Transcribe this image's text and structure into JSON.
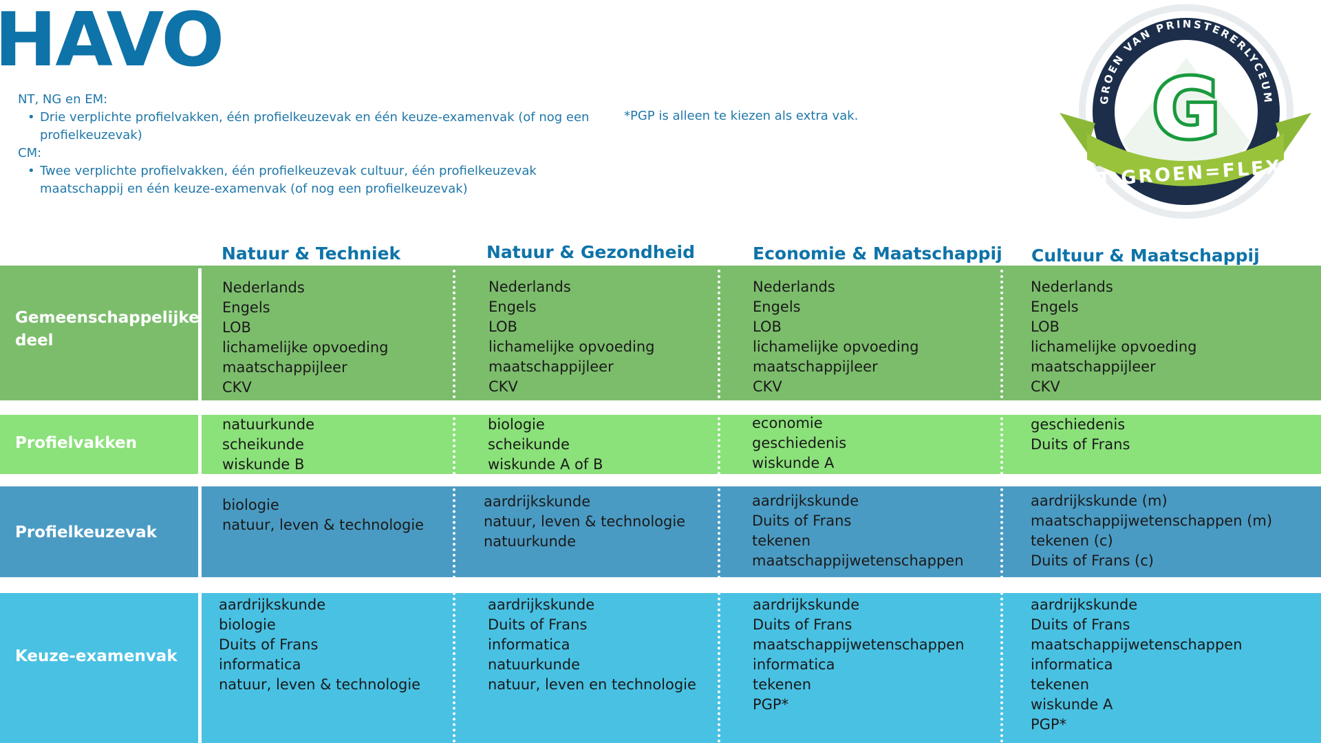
{
  "title": "HAVO",
  "intro": {
    "group1_label": "NT, NG en EM:",
    "group1_item": "Drie verplichte profielvakken, één profielkeuzevak en één keuze-examenvak (of nog een profielkeuzevak)",
    "group2_label": "CM:",
    "group2_item": "Twee verplichte profielvakken, één profielkeuzevak cultuur, één profielkeuzevak maatschappij en één keuze-examenvak (of nog   een profielkeuzevak)",
    "note": "*PGP is alleen te kiezen als extra vak."
  },
  "logo": {
    "ring_text": "GROEN VAN PRINSTERERLYCEUM",
    "banner_text": "'T GROEN=FLEX",
    "letter": "G"
  },
  "columns": [
    "Natuur & Techniek",
    "Natuur & Gezondheid",
    "Economie & Maatschappij",
    "Cultuur & Maatschappij"
  ],
  "rows": [
    {
      "label": "Gemeenschappelijke deel",
      "color": "#7cbd6c",
      "cells": [
        [
          "Nederlands",
          "Engels",
          "LOB",
          "lichamelijke opvoeding",
          "maatschappijleer",
          "CKV"
        ],
        [
          "Nederlands",
          "Engels",
          "LOB",
          "lichamelijke opvoeding",
          "maatschappijleer",
          "CKV"
        ],
        [
          "Nederlands",
          "Engels",
          "LOB",
          "lichamelijke opvoeding",
          "maatschappijleer",
          "CKV"
        ],
        [
          "Nederlands",
          "Engels",
          "LOB",
          "lichamelijke opvoeding",
          "maatschappijleer",
          "CKV"
        ]
      ]
    },
    {
      "label": "Profielvakken",
      "color": "#8be17a",
      "cells": [
        [
          "natuurkunde",
          "scheikunde",
          "wiskunde B"
        ],
        [
          "biologie",
          "scheikunde",
          "wiskunde A of B"
        ],
        [
          "economie",
          "geschiedenis",
          "wiskunde A"
        ],
        [
          "geschiedenis",
          "Duits of Frans"
        ]
      ]
    },
    {
      "label": "Profielkeuzevak",
      "color": "#4a9bc3",
      "cells": [
        [
          "biologie",
          "natuur, leven & technologie"
        ],
        [
          "aardrijkskunde",
          "natuur, leven & technologie",
          "natuurkunde"
        ],
        [
          "aardrijkskunde",
          "Duits of Frans",
          "tekenen",
          "maatschappijwetenschappen"
        ],
        [
          "aardrijkskunde (m)",
          "maatschappijwetenschappen (m)",
          "tekenen (c)",
          "Duits of Frans (c)"
        ]
      ]
    },
    {
      "label": "Keuze-examenvak",
      "color": "#49c1e3",
      "cells": [
        [
          "aardrijkskunde",
          "biologie",
          "Duits of Frans",
          "informatica",
          "natuur, leven & technologie"
        ],
        [
          "aardrijkskunde",
          "Duits of Frans",
          "informatica",
          "natuurkunde",
          "natuur, leven en technologie"
        ],
        [
          "aardrijkskunde",
          "Duits of Frans",
          "maatschappijwetenschappen",
          "informatica",
          "tekenen",
          "PGP*"
        ],
        [
          "aardrijkskunde",
          "Duits of Frans",
          "maatschappijwetenschappen",
          "informatica",
          "tekenen",
          "wiskunde A",
          "PGP*"
        ]
      ]
    }
  ]
}
